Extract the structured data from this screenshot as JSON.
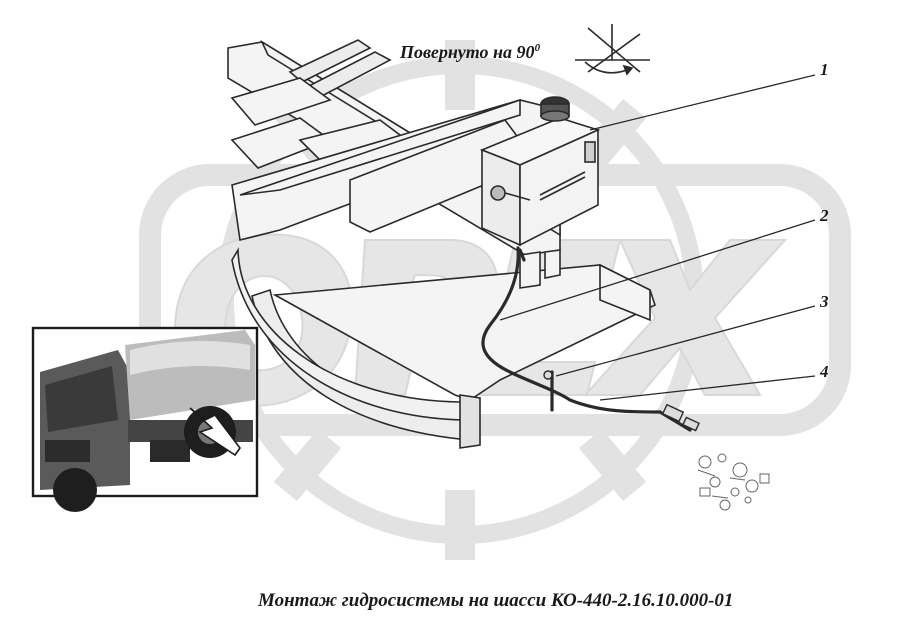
{
  "header": {
    "rotation_text": "Повернуто на 90",
    "rotation_sup": "0"
  },
  "callouts": [
    "1",
    "2",
    "3",
    "4"
  ],
  "caption": "Монтаж гидросистемы на шасси КО-440-2.16.10.000-01",
  "watermark": {
    "text": "OPEX",
    "color": "#dcdcdc"
  },
  "colors": {
    "line": "#2a2a2a",
    "frame_fill": "#f4f4f4",
    "shadow": "#cfcfcf"
  }
}
